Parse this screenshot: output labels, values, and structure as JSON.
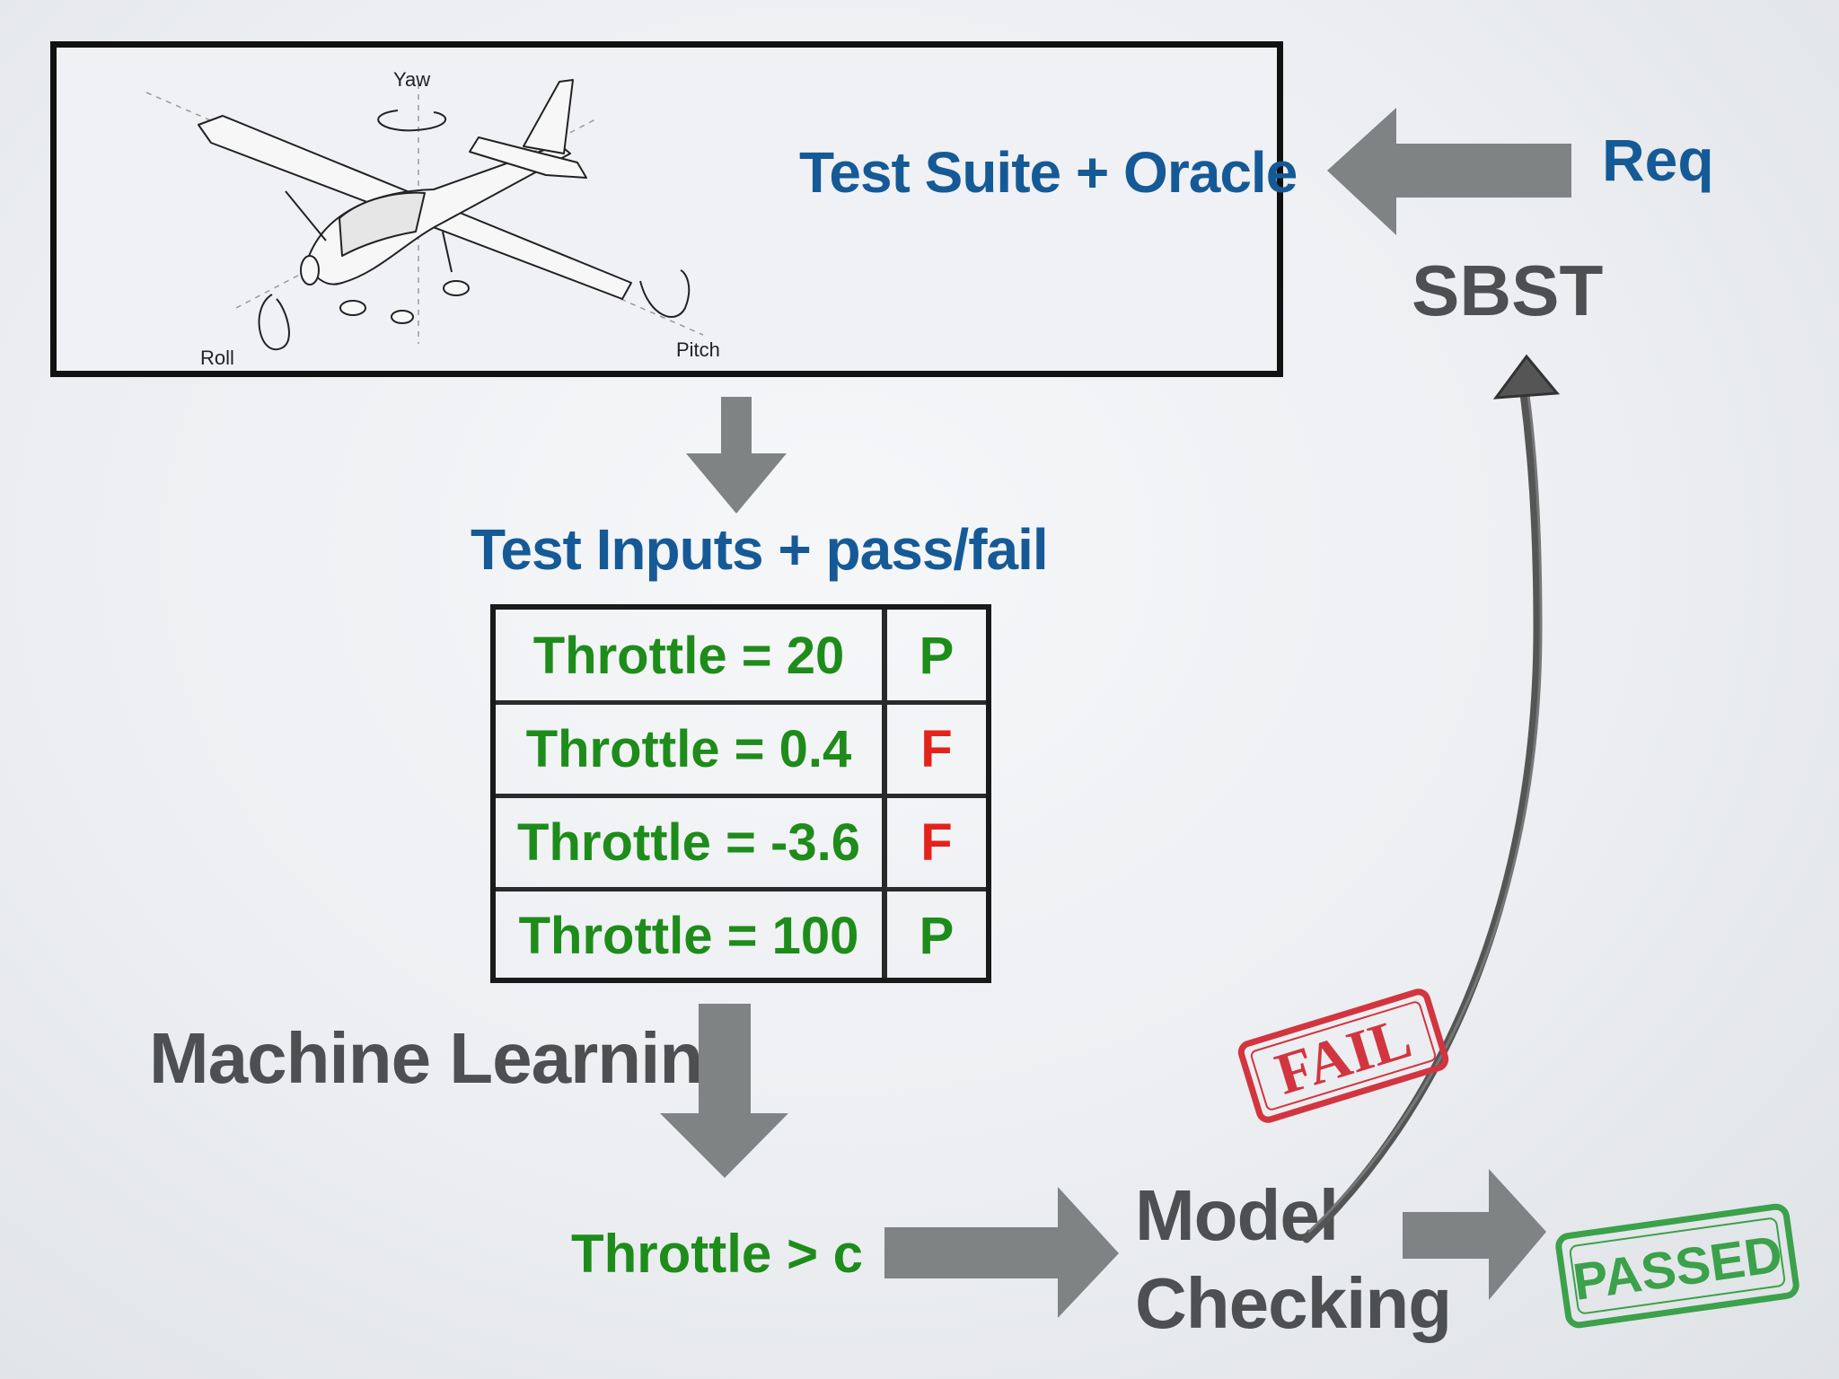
{
  "top_box": {
    "title": "Test Suite + Oracle",
    "airplane_labels": {
      "yaw": "Yaw",
      "roll": "Roll",
      "pitch": "Pitch"
    }
  },
  "req": "Req",
  "sbst": "SBST",
  "test_inputs_title": "Test Inputs + pass/fail",
  "table": {
    "rows": [
      {
        "input": "Throttle = 20",
        "verdict": "P"
      },
      {
        "input": "Throttle = 0.4",
        "verdict": "F"
      },
      {
        "input": "Throttle = -3.6",
        "verdict": "F"
      },
      {
        "input": "Throttle = 100",
        "verdict": "P"
      }
    ]
  },
  "machine_learning": "Machine Learning",
  "learned_rule": "Throttle > c",
  "model_checking": {
    "line1": "Model",
    "line2": "Checking"
  },
  "stamps": {
    "fail": "FAIL",
    "passed": "PASSED"
  },
  "colors": {
    "title_blue": "#155a96",
    "label_gray": "#4e4f51",
    "pass_green": "#1e8c1a",
    "fail_red": "#e3231b",
    "arrow_gray": "#808384",
    "stamp_red": "#d2353f",
    "stamp_green": "#3ba14a"
  }
}
